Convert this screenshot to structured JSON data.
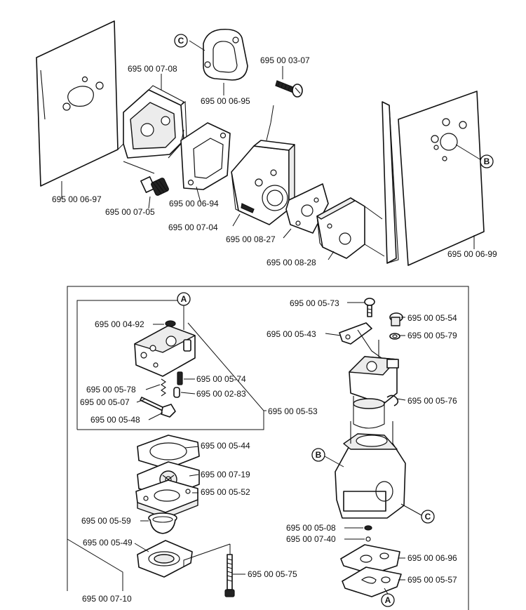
{
  "parts": {
    "gasket_left": "695 00 06-97",
    "cover_top": "695 00 07-08",
    "fitting": "695 00 07-05",
    "gasket_c": "695 00 06-95",
    "screw_top": "695 00 03-07",
    "gasket_mid": "695 00 06-94",
    "block": "695 00 07-04",
    "gasket_small": "695 00 08-27",
    "plate": "695 00 08-28",
    "gasket_right": "695 00 06-99",
    "washer_a": "695 00 04-92",
    "needle_74": "695 00 05-74",
    "spring_78": "695 00 05-78",
    "pin_83": "695 00 02-83",
    "pin_07": "695 00 05-07",
    "lever_48": "695 00 05-48",
    "kit_53": "695 00 05-53",
    "diaphragm_44": "695 00 05-44",
    "gasket_19": "695 00 07-19",
    "pump_52": "695 00 05-52",
    "bulb_59": "695 00 05-59",
    "cover_49": "695 00 05-49",
    "screw_75": "695 00 05-75",
    "carb_10": "695 00 07-10",
    "screw_73": "695 00 05-73",
    "cap_54": "695 00 05-54",
    "arm_43": "695 00 05-43",
    "washer_79": "695 00 05-79",
    "clip_76": "695 00 05-76",
    "ball_08": "695 00 05-08",
    "washer_40": "695 00 07-40",
    "gasket_96": "695 00 06-96",
    "diaphragm_57": "695 00 05-57"
  },
  "callouts": {
    "a": "A",
    "b": "B",
    "c": "C"
  }
}
